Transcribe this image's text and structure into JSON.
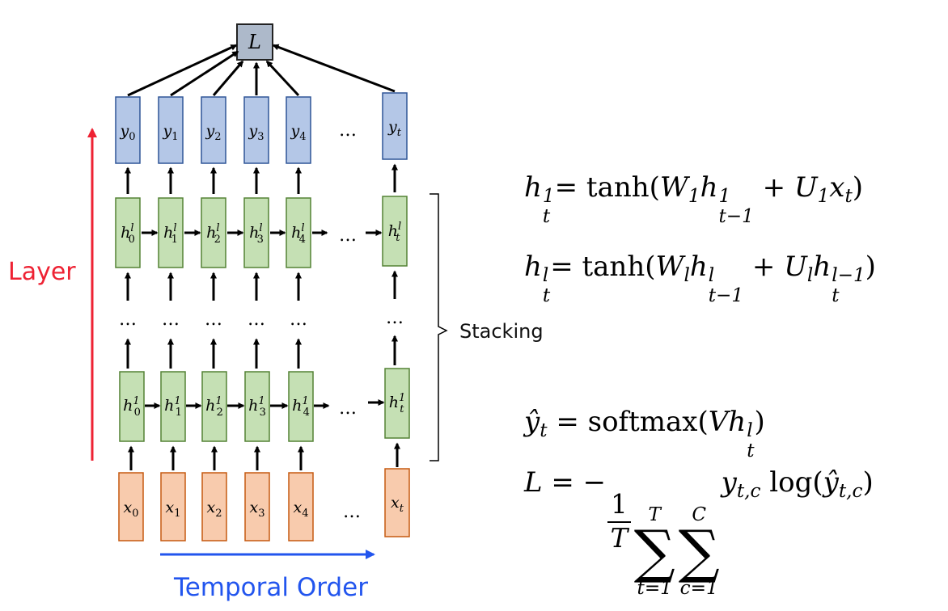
{
  "loss_node": "L",
  "outputs": [
    "y0",
    "y1",
    "y2",
    "y3",
    "y4",
    "yt"
  ],
  "top_hidden": [
    "h0l",
    "h1l",
    "h2l",
    "h3l",
    "h4l",
    "htl"
  ],
  "bottom_hidden": [
    "h01",
    "h11",
    "h21",
    "h31",
    "h41",
    "ht1"
  ],
  "inputs": [
    "x0",
    "x1",
    "x2",
    "x3",
    "x4",
    "xt"
  ],
  "ellipsis": "…",
  "mid_ellipsis": "…",
  "layer_label": "Layer",
  "temporal_label": "Temporal Order",
  "stacking_label": "Stacking",
  "equations": {
    "eq1": {
      "lhs": "h",
      "lhs_sup": "1",
      "lhs_sub": "t",
      "rhs_func": "= tanh(",
      "w": "W",
      "w_sub": "1",
      "h": "h",
      "h_sup": "1",
      "h_sub": "t−1",
      "plus": " + ",
      "u": "U",
      "u_sub": "1",
      "x": "x",
      "x_sub": "t",
      "close": ")"
    },
    "eq2": {
      "lhs": "h",
      "lhs_sup": "l",
      "lhs_sub": "t",
      "rhs_func": "= tanh(",
      "w": "W",
      "w_sub": "l",
      "h": "h",
      "h_sup": "l",
      "h_sub": "t−1",
      "plus": " + ",
      "u": "U",
      "u_sub": "l",
      "h2": "h",
      "h2_sup": "l−1",
      "h2_sub": "t",
      "close": ")"
    },
    "eq3": {
      "lhs": "ŷ",
      "lhs_sub": "t",
      "rhs_func": " = softmax(",
      "v": "V",
      "h": "h",
      "h_sup": "l",
      "h_sub": "t",
      "close": ")"
    },
    "eq4": {
      "lhs": "L",
      "eq": " = −",
      "num": "1",
      "den": "T",
      "sum1_top": "T",
      "sum1_bottom": "t=1",
      "sum2_top": "C",
      "sum2_bottom": "c=1",
      "y": "y",
      "y_sub": "t,c",
      "log": " log(",
      "yhat": "ŷ",
      "yhat_sub": "t,c",
      "close": ")"
    }
  },
  "colors": {
    "output_fill": "#b4c7e7",
    "output_stroke": "#2f5597",
    "hidden_fill": "#c5e0b4",
    "hidden_stroke": "#548235",
    "input_fill": "#f8cbad",
    "input_stroke": "#c55a11",
    "loss_fill": "#adb9ca",
    "loss_stroke": "#222222",
    "layer_red": "#ee2233",
    "temporal_blue": "#2255ee"
  }
}
